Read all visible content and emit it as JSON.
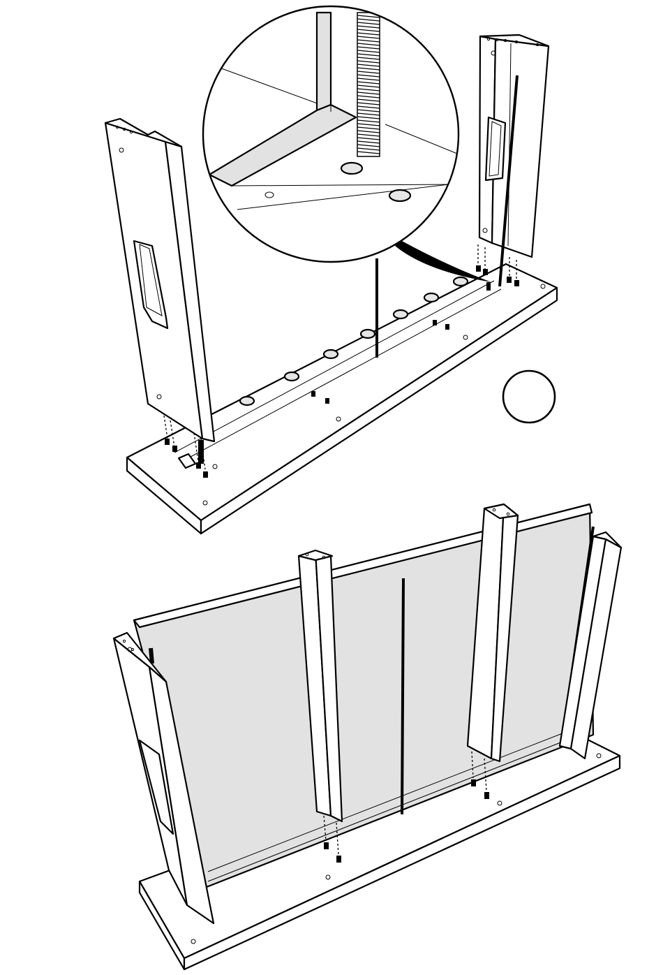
{
  "figure": {
    "kind": "assembly-instruction",
    "steps": [
      {
        "name": "attach-side-panels-to-base",
        "callout": "magnified-threaded-rod-insert"
      },
      {
        "name": "insert-back-panel-and-dividers"
      }
    ],
    "colors": {
      "outline": "#000000",
      "panel_face": "#ffffff",
      "back_panel_fill": "#e2e2e2",
      "hole_fill": "#e6e6e6",
      "peg_fill": "#000000"
    },
    "icons": [
      "empty-circle-icon",
      "magnifier-callout"
    ]
  }
}
